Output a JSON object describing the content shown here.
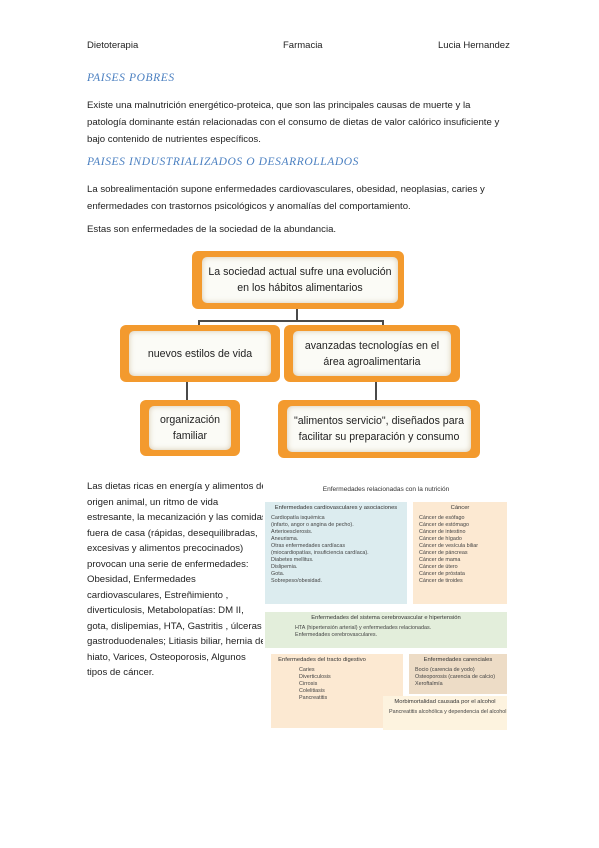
{
  "header": {
    "left": "Dietoterapia",
    "center": "Farmacia",
    "right": "Lucia Hernandez"
  },
  "sections": {
    "poor": {
      "title": "PAISES POBRES",
      "text": "Existe una malnutrición energético-proteica, que son las principales causas de muerte y la patología dominante están relacionadas con el consumo de dietas de valor calórico insuficiente y bajo contenido de nutrientes específicos."
    },
    "developed": {
      "title": "PAISES INDUSTRIALIZADOS O DESARROLLADOS",
      "text": "La sobrealimentación supone enfermedades cardiovasculares, obesidad, neoplasias, caries y enfermedades con trastornos psicológicos y anomalías del comportamiento.",
      "text2": "Estas son enfermedades de la sociedad de la abundancia."
    }
  },
  "diagram": {
    "top": "La sociedad actual sufre una evolución en los hábitos alimentarios",
    "mid_left": "nuevos estilos de vida",
    "mid_right": "avanzadas tecnologías en el área agroalimentaria",
    "bottom_left": "organización familiar",
    "bottom_right": "\"alimentos servicio\", diseñados para facilitar su preparación y consumo"
  },
  "left_text": "Las dietas ricas en energía y alimentos de origen animal, un ritmo de vida estresante, la mecanización y las comidas fuera de casa (rápidas, desequilibradas, excesivas y alimentos precocinados) provocan una serie de enfermedades: Obesidad, Enfermedades cardiovasculares, Estreñimiento , diverticulosis, Metabolopatías: DM II, gota, dislipemias, HTA, Gastritis , úlceras gastroduodenales; Litiasis biliar, hernia de hiato, Varices, Osteoporosis, Algunos tipos de cáncer.",
  "figure": {
    "title": "Enfermedades relacionadas con la nutrición",
    "cardio": {
      "title": "Enfermedades cardiovasculares y asociaciones",
      "items": [
        "Cardiopatía isquémica",
        "(infarto, angor o angina de pecho).",
        "Arterioesclerosis.",
        "Aneurisma.",
        "Otras enfermedades cardíacas",
        "(miocardiopatías, insuficiencia cardíaca).",
        "Diabetes mellitus.",
        "Dislipemia.",
        "Gota.",
        "Sobrepeso/obesidad."
      ]
    },
    "cancer": {
      "title": "Cáncer",
      "items": [
        "Cáncer de esófago",
        "Cáncer de estómago",
        "Cáncer de intestino",
        "Cáncer de hígado",
        "Cáncer de vesícula biliar",
        "Cáncer de páncreas",
        "Cáncer de mama",
        "Cáncer de útero",
        "Cáncer de próstata",
        "Cáncer de tiroides"
      ]
    },
    "cerebro": {
      "title": "Enfermedades del sistema cerebrovascular e hipertensión",
      "items": [
        "HTA (hipertensión arterial) y enfermedades relacionadas.",
        "Enfermedades cerebrovasculares."
      ]
    },
    "digestivo": {
      "title": "Enfermedades del tracto digestivo",
      "items": [
        "Caries",
        "Diverticulosis",
        "Cirrosis",
        "Colelitiasis",
        "Pancreatitis"
      ]
    },
    "carenciales": {
      "title": "Enfermedades carenciales",
      "items": [
        "Bocio (carencia de yodo)",
        "Osteoporosis (carencia de calcio)",
        "Xeroftalmía"
      ]
    },
    "alcohol": {
      "title": "Morbimortalidad causada por el alcohol",
      "items": [
        "Pancreatitis alcohólica y dependencia del alcohol"
      ]
    }
  }
}
